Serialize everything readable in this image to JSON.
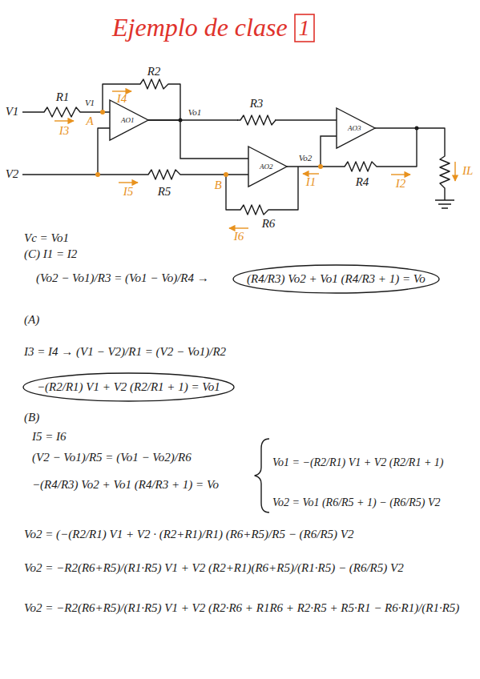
{
  "diagram": {
    "title": "Ejemplo de clase",
    "nodes": [
      {
        "text": [
          "1"
        ]
      },
      {
        "text": [
          "AO1"
        ]
      },
      {
        "text": [
          "AO2"
        ]
      },
      {
        "text": [
          "AO3"
        ]
      },
      {
        "text": [
          "(R4/R3) Vo2 + Vo1 (R4/R3 + 1) = Vo"
        ]
      },
      {
        "text": [
          "−(R2/R1) V1 + V2 (R2/R1 + 1) = Vo1"
        ]
      }
    ],
    "edges": [
      {
        "from": 1,
        "to": 2,
        "arrow": "none"
      },
      {
        "from": 1,
        "to": 3,
        "arrow": "none"
      },
      {
        "from": 2,
        "to": 3,
        "arrow": "none"
      }
    ],
    "labels": [
      "V1",
      "R1",
      "V1",
      "I4",
      "R2",
      "Vo1",
      "R3",
      "−",
      "+",
      "A",
      "I3",
      "+",
      "−",
      "V2",
      "+",
      "−",
      "Vo2",
      "I1",
      "R4",
      "I2",
      "IL",
      "I5",
      "R5",
      "B",
      "R6",
      "I6",
      "Vc = Vo1",
      "(C) I1 = I2",
      "(Vo2 − Vo1)/R3 = (Vo1 − Vo)/R4 →",
      "(A)",
      "I3 = I4 → (V1 − V2)/R1 = (V2 − Vo1)/R2",
      "(B)",
      "I5 = I6",
      "(V2 − Vo1)/R5 = (Vo1 − Vo2)/R6",
      "−(R4/R3) Vo2 + Vo1 (R4/R3 + 1) = Vo",
      "Vo1 = −(R2/R1) V1 + V2 (R2/R1 + 1)",
      "Vo2 = Vo1 (R6/R5 + 1) − (R6/R5) V2",
      "Vo2 = (−(R2/R1) V1 + V2 · (R2+R1)/R1) (R6+R5)/R5 − (R6/R5) V2",
      "Vo2 = −R2(R6+R5)/(R1·R5) V1 + V2 (R2+R1)(R6+R5)/(R1·R5) − (R6/R5) V2",
      "Vo2 = −R2(R6+R5)/(R1·R5) V1 + V2 (R2·R6 + R1R6 + R2·R5 + R5·R1 − R6·R1)/(R1·R5)"
    ]
  }
}
